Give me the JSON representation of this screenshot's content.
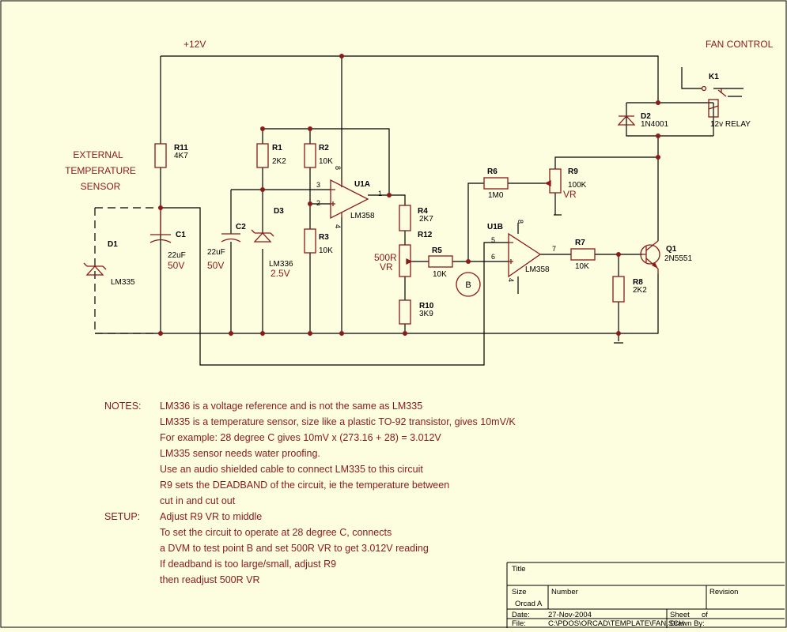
{
  "header": {
    "supply": "+12V",
    "fan_control": "FAN CONTROL"
  },
  "external_sensor": [
    "EXTERNAL",
    "TEMPERATURE",
    "SENSOR"
  ],
  "components": {
    "D1": {
      "ref": "D1",
      "value": "LM335"
    },
    "R11": {
      "ref": "R11",
      "value": "4K7"
    },
    "C1": {
      "ref": "C1",
      "value": "22uF",
      "voltage": "50V"
    },
    "C2": {
      "ref": "C2",
      "value": "22uF",
      "voltage": "50V"
    },
    "D3": {
      "ref": "D3",
      "value": "LM336",
      "voltage": "2.5V"
    },
    "R1": {
      "ref": "R1",
      "value": "2K2"
    },
    "R2": {
      "ref": "R2",
      "value": "10K"
    },
    "R3": {
      "ref": "R3",
      "value": "10K"
    },
    "U1A": {
      "ref": "U1A",
      "value": "LM358"
    },
    "U1B": {
      "ref": "U1B",
      "value": "LM358"
    },
    "R4": {
      "ref": "R4",
      "value": "2K7"
    },
    "R12": {
      "ref": "R12",
      "value": "500R",
      "extra": "VR"
    },
    "R10": {
      "ref": "R10",
      "value": "3K9"
    },
    "R5": {
      "ref": "R5",
      "value": "10K"
    },
    "R6": {
      "ref": "R6",
      "value": "1M0"
    },
    "R9": {
      "ref": "R9",
      "value": "100K",
      "extra": "VR"
    },
    "R7": {
      "ref": "R7",
      "value": "10K"
    },
    "R8": {
      "ref": "R8",
      "value": "2K2"
    },
    "Q1": {
      "ref": "Q1",
      "value": "2N5551"
    },
    "D2": {
      "ref": "D2",
      "value": "1N4001"
    },
    "K1": {
      "ref": "K1",
      "value": "12v RELAY"
    },
    "TP": {
      "label": "B"
    }
  },
  "pins": {
    "u1a_plus": "3",
    "u1a_minus": "2",
    "u1a_out": "1",
    "u1a_vcc": "8",
    "u1a_gnd": "4",
    "u1b_plus": "5",
    "u1b_minus": "6",
    "u1b_out": "7",
    "u1b_vcc": "8",
    "u1b_gnd": "4"
  },
  "notes": [
    {
      "label": "NOTES:",
      "text": "LM336 is a voltage reference and is not the same as LM335"
    },
    {
      "label": "",
      "text": "LM335 is a temperature sensor, size like a plastic TO-92 transistor, gives 10mV/K"
    },
    {
      "label": "",
      "text": "For example: 28 degree C gives      10mV x (273.16 + 28) = 3.012V"
    },
    {
      "label": "",
      "text": "LM335 sensor needs water proofing."
    },
    {
      "label": "",
      "text": "Use an audio shielded cable to connect LM335 to this circuit"
    },
    {
      "label": "",
      "text": "R9 sets the DEADBAND of the circuit, ie the temperature between"
    },
    {
      "label": "",
      "text": "cut in and cut out"
    },
    {
      "label": "SETUP:",
      "text": "Adjust R9 VR to middle"
    },
    {
      "label": "",
      "text": "To set the circuit to operate at 28 degree C, connects"
    },
    {
      "label": "",
      "text": "a DVM to test point B and set 500R VR to get 3.012V reading"
    },
    {
      "label": "",
      "text": "If deadband is too large/small, adjust R9"
    },
    {
      "label": "",
      "text": "then readjust 500R VR"
    }
  ],
  "title_block": {
    "title_label": "Title",
    "size_label": "Size",
    "size_value": "Orcad A",
    "number_label": "Number",
    "revision_label": "Revision",
    "date_label": "Date:",
    "date_value": "27-Nov-2004",
    "sheet_label": "Sheet",
    "of_label": "of",
    "file_label": "File:",
    "file_value": "C:\\PDOS\\ORCAD\\TEMPLATE\\FAN.SCH",
    "drawn_label": "Drawn By:"
  },
  "colors": {
    "background": "#fdfde0",
    "wire": "#000000",
    "component": "#8b1a1a",
    "junction": "#8b1a1a",
    "text": "#000000",
    "notes": "#8b1a1a",
    "border": "#000000"
  }
}
